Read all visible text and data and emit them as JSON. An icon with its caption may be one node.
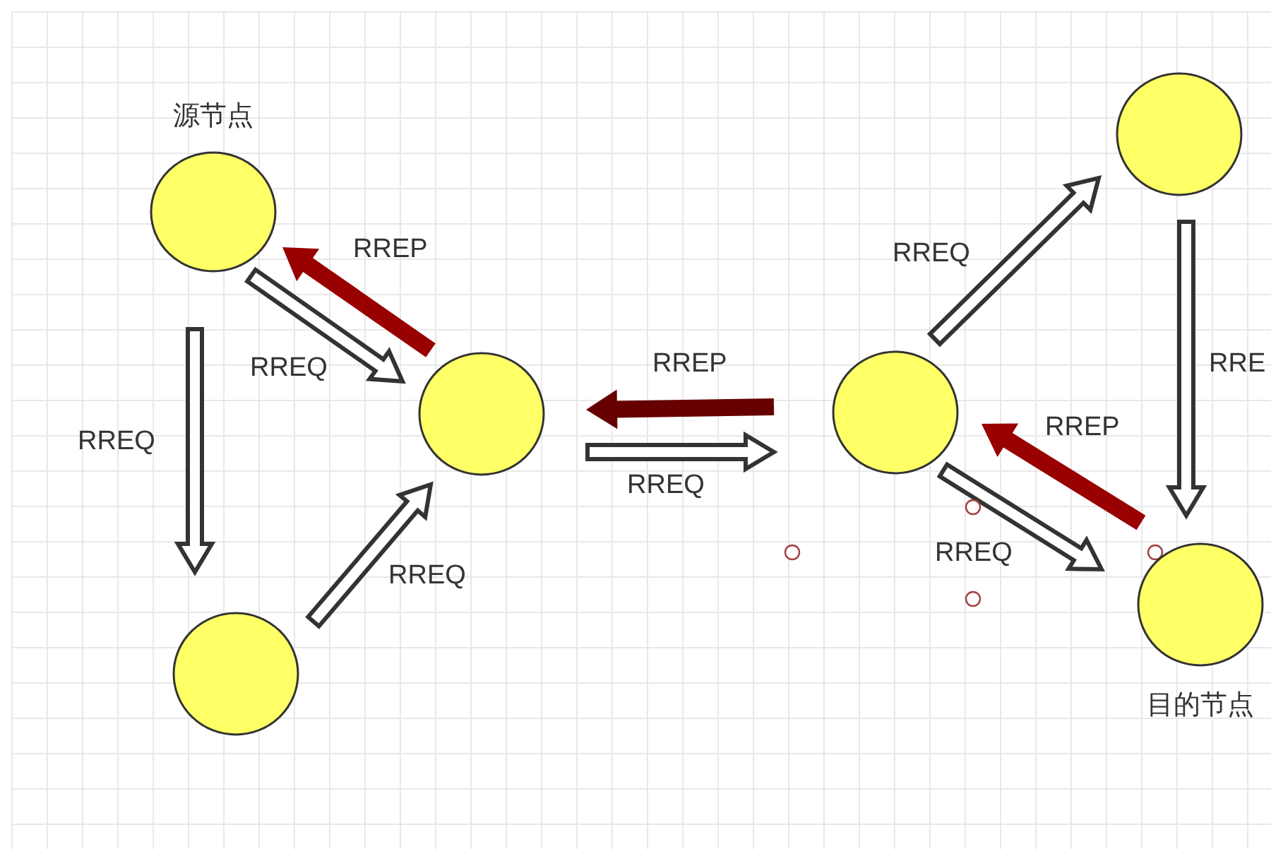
{
  "diagram": {
    "nodes": [
      {
        "text": [
          "源节点"
        ]
      },
      {
        "text": [],
        "shape": "circle"
      },
      {
        "text": [],
        "shape": "circle"
      },
      {
        "text": [],
        "shape": "circle"
      },
      {
        "text": [],
        "shape": "circle"
      },
      {
        "text": [
          "目的节点"
        ]
      }
    ],
    "edges": [
      {
        "from": 0,
        "to": 1,
        "arrow": "to",
        "label": "RREQ"
      },
      {
        "from": 0,
        "to": 2,
        "arrow": "to",
        "label": "RREQ"
      },
      {
        "from": 2,
        "to": 0,
        "arrow": "to",
        "label": "RREP",
        "style": "thick",
        "color": "#990000"
      },
      {
        "from": 1,
        "to": 2,
        "arrow": "to",
        "label": "RREQ"
      },
      {
        "from": 3,
        "to": 2,
        "arrow": "to",
        "label": "RREP",
        "style": "thick",
        "color": "#660000"
      },
      {
        "from": 2,
        "to": 3,
        "arrow": "to",
        "label": "RREQ"
      },
      {
        "from": 3,
        "to": 4,
        "arrow": "to",
        "label": "RREQ"
      },
      {
        "from": 4,
        "to": 5,
        "arrow": "to",
        "label": "RRE"
      },
      {
        "from": 5,
        "to": 3,
        "arrow": "to",
        "label": "RREP",
        "style": "thick",
        "color": "#990000"
      },
      {
        "from": 3,
        "to": 5,
        "arrow": "to",
        "label": "RREQ"
      }
    ]
  }
}
